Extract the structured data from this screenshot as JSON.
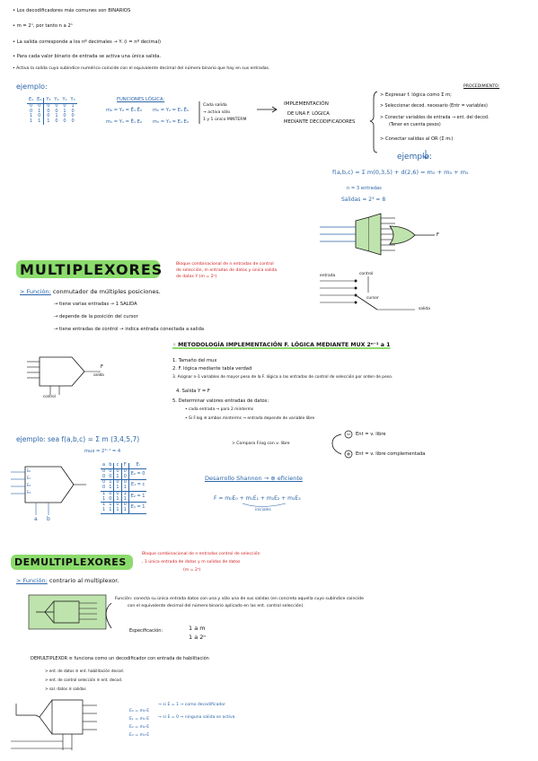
{
  "intro": {
    "bullets": [
      "Los decodificadores más comunes son BINARIOS",
      "m = 2ⁿ, por tanto n a 2ⁿ",
      "La salida corresponde a los nº decimales → Yᵢ (i = nº decimal)",
      "Para cada valor binario de entrada se activa una única salida.",
      "Activa la salida cuyo subíndice numérico coincide con el equivalente decimal del número binario que hay en sus entradas."
    ]
  },
  "example1": {
    "label": "ejemplo:",
    "table_headers": [
      "E₁",
      "E₀",
      "Y₃",
      "Y₂",
      "Y₁",
      "Y₀"
    ],
    "table_rows": [
      [
        "0",
        "0",
        "0",
        "0",
        "0",
        "1"
      ],
      [
        "0",
        "1",
        "0",
        "0",
        "1",
        "0"
      ],
      [
        "1",
        "0",
        "0",
        "1",
        "0",
        "0"
      ],
      [
        "1",
        "1",
        "1",
        "0",
        "0",
        "0"
      ]
    ],
    "funciones_title": "FUNCIONES LÓGICA:",
    "funciones": [
      "m₀ = Y₀ = Ē₁ Ē₀",
      "m₂ = Y₂ = E₁ Ē₀",
      "m₁ = Y₁ = Ē₁ E₀",
      "m₃ = Y₃ = E₁ E₀"
    ],
    "cada_salida": [
      "Cada salida",
      "→ activa sólo",
      "1 y 1 único MINTERM"
    ],
    "implementacion": [
      "IMPLEMENTACIÓN",
      "DE UNA F. LÓGICA",
      "MEDIANTE DECODIFICADORES"
    ]
  },
  "procedimiento": {
    "title": "PROCEDIMIENTO:",
    "steps": [
      "> Expresar f. lógica como Σ m;",
      "> Seleccionar decod. necesario (Entr = variables)",
      "> Conectar variables de entrada → ent. del decod.",
      "(Tener en cuenta pesos)",
      "> Conectar salidas al OR (Σ mᵢ)"
    ],
    "ejemplo": "ejemplo:",
    "formula": "f(a,b,c) = Σ m(0,3,5) + d(2,6) = m₀ + m₃ + m₅",
    "n_entradas": "n = 3 entradas",
    "salidas": "Salidas = 2³ = 8",
    "f_label": "F"
  },
  "mux": {
    "title": "MULTIPLEXORES",
    "definition": [
      "Bloque combinacional de n entradas de control",
      "de selección, m entradas de datos y única salida",
      "de datos Y (m = 2ⁿ)"
    ],
    "funcion_label": "> Función:",
    "funcion_text": "conmutador de múltiples posiciones.",
    "points": [
      "→ tiene varias entradas → 1 SALIDA",
      "→ depende de la posición del cursor",
      "→ tiene entradas de control → indica entrada conectada a salida"
    ],
    "switch_labels": {
      "entrada": "entrada",
      "control": "control",
      "cursor": "cursor",
      "salida": "salida"
    },
    "block_labels": {
      "f": "F",
      "salida": "salida",
      "control": "control"
    },
    "metodologia_title": "METODOLOGÍA IMPLEMENTACIÓN F. LÓGICA MEDIANTE MUX 2ⁿ⁻¹ a 1",
    "metodologia_steps": [
      "1. Tamaño del mux",
      "2. F. lógica mediante tabla verdad",
      "3. Asignar n-1 variables de mayor peso de la F. lógica a las entradas de control de selección por orden de peso.",
      "4. Salida Y = F",
      "5. Determinar valores entradas de datos:",
      "• cada entrada → para 2 minterms",
      "• Si F.log ⊖ ambos minterms → entrada depende de variable libre"
    ],
    "ejemplo_label": "ejemplo:",
    "ejemplo_formula": "sea f(a,b,c) = Σ m (3,4,5,7)",
    "mux_size": "mux = 2³⁻¹ = 4",
    "table_headers": [
      "a",
      "b",
      "c",
      "F",
      "Eᵢ"
    ],
    "table_groups": [
      {
        "rows": [
          [
            "0",
            "0",
            "0",
            "0"
          ],
          [
            "0",
            "0",
            "1",
            "0"
          ]
        ],
        "e": "E₀ = 0"
      },
      {
        "rows": [
          [
            "0",
            "1",
            "0",
            "0"
          ],
          [
            "0",
            "1",
            "1",
            "1"
          ]
        ],
        "e": "E₁ = c"
      },
      {
        "rows": [
          [
            "1",
            "0",
            "0",
            "1"
          ],
          [
            "1",
            "0",
            "1",
            "1"
          ]
        ],
        "e": "E₂ = 1"
      },
      {
        "rows": [
          [
            "1",
            "1",
            "0",
            "0"
          ],
          [
            "1",
            "1",
            "1",
            "1"
          ]
        ],
        "e": "E₃ = 1"
      }
    ],
    "compara": "> Compara F.log con v. libre",
    "ent_libre": "Ent = v. libre",
    "ent_complement": "Ent = v. libre complementada",
    "shannon": "Desarrollo Shannon → ⊕ eficiente",
    "shannon_formula": "F = m₀E₀ + m₁E₁ + m₂E₂ + m₃E₃",
    "iniciales": "iniciales",
    "block_input_labels": [
      "E₀",
      "E₁",
      "E₂",
      "E₃"
    ],
    "block_sel_labels": [
      "a",
      "b"
    ]
  },
  "demux": {
    "title": "DEMULTIPLEXORES",
    "definition": [
      "Bloque combinacional de n entradas control de selección",
      ", 1 única entrada de datos y m salidas de datos",
      "(m = 2ⁿ)"
    ],
    "funcion_label": "> Función:",
    "funcion_text": "contrario al multiplexor.",
    "funcion_detail": [
      "Función: conecta su única entrada datos con una y sólo una de sus salidas (en concreto aquella cuyo subíndice coincide",
      "con el equivalente decimal del número binario aplicado en las ent. control selección)"
    ],
    "especificacion": "Especificación:",
    "spec_lines": [
      "1 a m",
      "1 a 2ⁿ"
    ],
    "demux_decod": "DEMULTIPLEXOR ≡ funciona como un decodificador con entrada de habilitación",
    "items": [
      "> ent. de datos ≡ ent. habilitación decod.",
      "> ent. de control selección ≡ ent. decod.",
      "> sal. datos ≡ salidas"
    ],
    "bottom_eq": [
      "E₀ = m₀·E",
      "E₁ = m₁·E",
      "E₂ = m₂·E",
      "E₃ = m₃·E"
    ],
    "bottom_note": [
      "→ si E = 1 → como decodificador",
      "→ si E = 0 → ninguna salida se activa"
    ]
  }
}
